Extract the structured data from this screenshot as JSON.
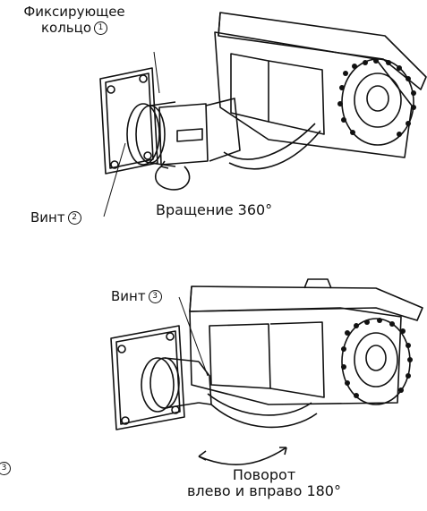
{
  "top_figure": {
    "label_ring_line1": "Фиксирующее",
    "label_ring_line2": "кольцо",
    "label_ring_num": "1",
    "label_screw": "Винт",
    "label_screw_num": "2",
    "label_rotation": "Вращение 360°"
  },
  "bottom_figure": {
    "label_screw": "Винт",
    "label_screw_num": "3",
    "label_pan_line1": "Поворот",
    "label_pan_line2": "влево и вправо 180°"
  },
  "margin_marker": "3"
}
